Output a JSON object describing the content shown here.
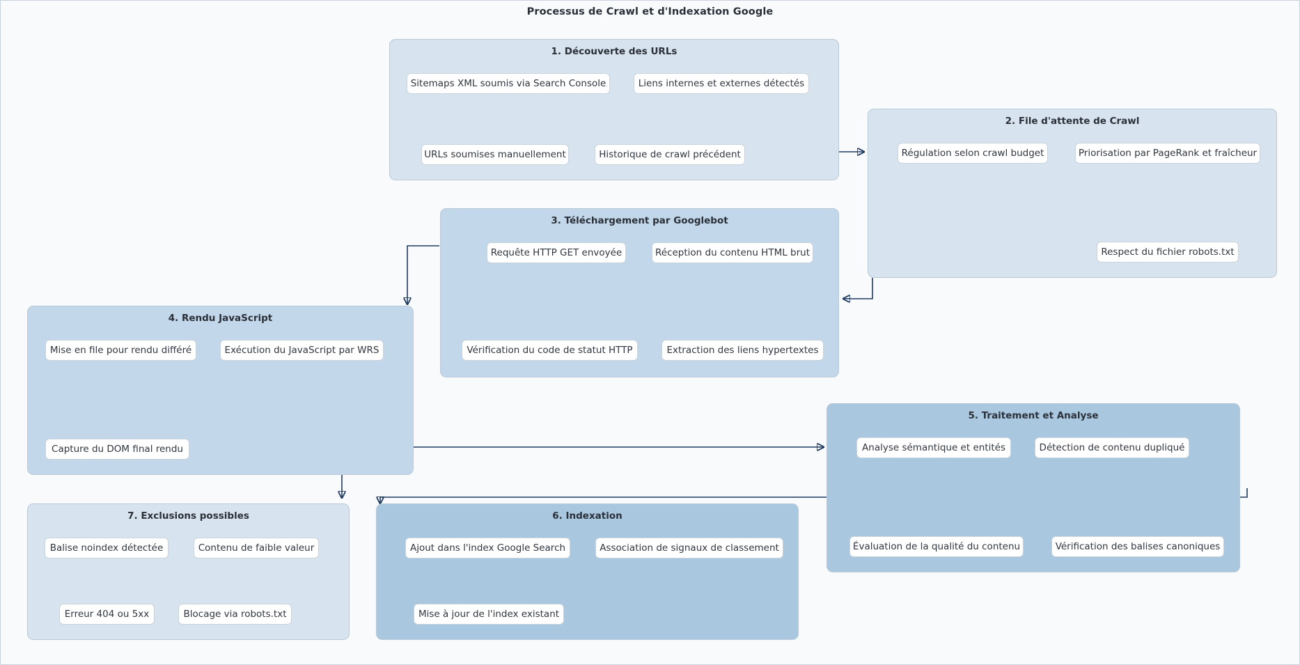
{
  "diagram": {
    "title": "Processus de Crawl et d'Indexation Google",
    "type": "flowchart",
    "background_color": "#f8fafc",
    "edge_color": "#1f3a5f",
    "clusters": [
      {
        "id": "c1",
        "title": "1. Découverte des URLs",
        "fill": "#d7e3ee",
        "nodes": [
          {
            "label": "Sitemaps XML soumis via Search Console"
          },
          {
            "label": "Liens internes et externes détectés"
          },
          {
            "label": "URLs soumises manuellement"
          },
          {
            "label": "Historique de crawl précédent"
          }
        ]
      },
      {
        "id": "c2",
        "title": "2. File d'attente de Crawl",
        "fill": "#d7e3ee",
        "nodes": [
          {
            "label": "Régulation selon crawl budget"
          },
          {
            "label": "Priorisation par PageRank et fraîcheur"
          },
          {
            "label": "Respect du fichier robots.txt"
          }
        ]
      },
      {
        "id": "c3",
        "title": "3. Téléchargement par Googlebot",
        "fill": "#c2d7e9",
        "nodes": [
          {
            "label": "Requête HTTP GET envoyée"
          },
          {
            "label": "Réception du contenu HTML brut"
          },
          {
            "label": "Vérification du code de statut HTTP"
          },
          {
            "label": "Extraction des liens hypertextes"
          }
        ]
      },
      {
        "id": "c4",
        "title": "4. Rendu JavaScript",
        "fill": "#c2d7e9",
        "nodes": [
          {
            "label": "Mise en file pour rendu différé"
          },
          {
            "label": "Exécution du JavaScript par WRS"
          },
          {
            "label": "Capture du DOM final rendu"
          }
        ]
      },
      {
        "id": "c5",
        "title": "5. Traitement et Analyse",
        "fill": "#a9c8e0",
        "nodes": [
          {
            "label": "Analyse sémantique et entités"
          },
          {
            "label": "Détection de contenu dupliqué"
          },
          {
            "label": "Évaluation de la qualité du contenu"
          },
          {
            "label": "Vérification des balises canoniques"
          }
        ]
      },
      {
        "id": "c6",
        "title": "6. Indexation",
        "fill": "#a9c8e0",
        "nodes": [
          {
            "label": "Ajout dans l'index Google Search"
          },
          {
            "label": "Association de signaux de classement"
          },
          {
            "label": "Mise à jour de l'index existant"
          }
        ]
      },
      {
        "id": "c7",
        "title": "7. Exclusions possibles",
        "fill": "#d7e3ee",
        "nodes": [
          {
            "label": "Balise noindex détectée"
          },
          {
            "label": "Contenu de faible valeur"
          },
          {
            "label": "Erreur 404 ou 5xx"
          },
          {
            "label": "Blocage via robots.txt"
          }
        ]
      }
    ],
    "edges": [
      {
        "from": "1. Découverte des URLs",
        "to": "2. File d'attente de Crawl"
      },
      {
        "from": "2. File d'attente de Crawl",
        "to": "3. Téléchargement par Googlebot"
      },
      {
        "from": "3. Téléchargement par Googlebot",
        "to": "4. Rendu JavaScript"
      },
      {
        "from": "4. Rendu JavaScript",
        "to": "5. Traitement et Analyse"
      },
      {
        "from": "4. Rendu JavaScript",
        "to": "7. Exclusions possibles"
      },
      {
        "from": "5. Traitement et Analyse",
        "to": "6. Indexation"
      }
    ]
  }
}
